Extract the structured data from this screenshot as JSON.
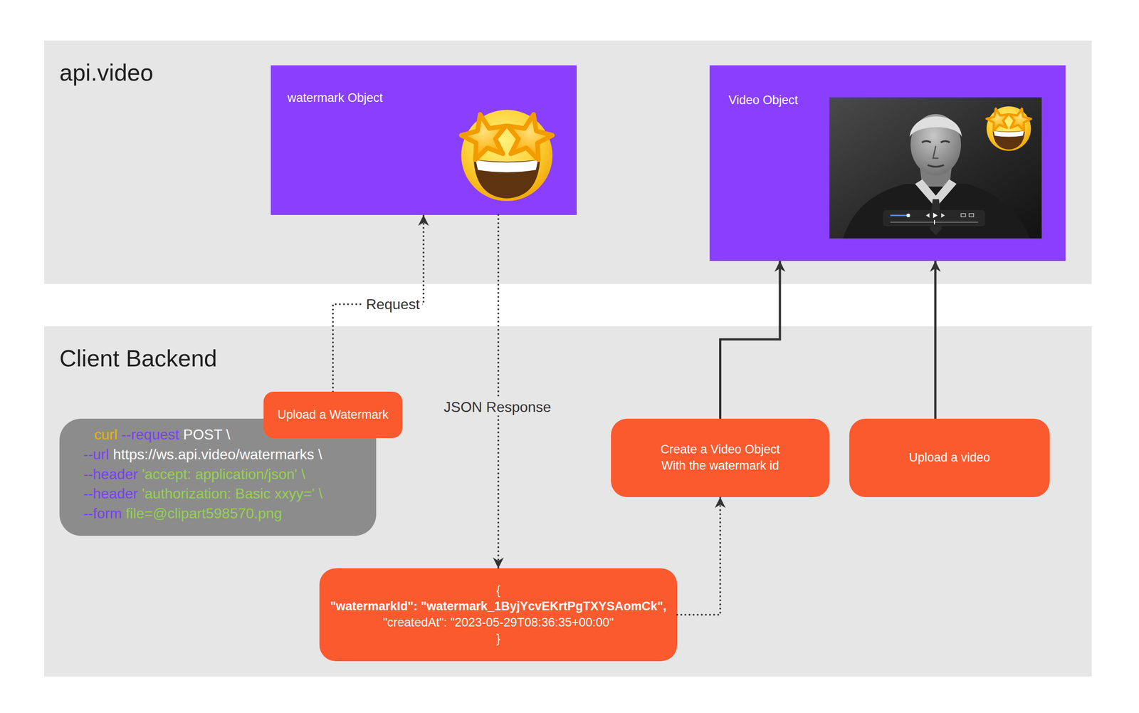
{
  "diagram": {
    "nodes": [
      {
        "text": [
          "api.video"
        ]
      },
      {
        "text": [
          "watermark Object"
        ],
        "in": 0
      },
      {
        "text": [
          "Video Object"
        ],
        "in": 0
      },
      {
        "text": [
          "Client Backend"
        ]
      },
      {
        "text": [
          "Upload a Watermark"
        ],
        "in": 3
      },
      {
        "text": [
          "curl",
          "--request",
          "POST \\",
          "--url",
          "https://ws.api.video/watermarks \\",
          "--header",
          "'accept: application/json' \\",
          "--header",
          "'authorization: Basic xxyy=' \\",
          "--form",
          "file=@clipart598570.png"
        ],
        "in": 3
      },
      {
        "text": [
          "{",
          "\"watermarkId\": \"watermark_1ByjYcvEKrtPgTXYSAomCk\",",
          "\"createdAt\": \"2023-05-29T08:36:35+00:00\"",
          "}"
        ],
        "in": 3
      },
      {
        "text": [
          "Create a Video Object With the watermark id"
        ],
        "in": 3
      },
      {
        "text": [
          "Upload a video"
        ],
        "in": 3
      }
    ],
    "edges": [
      {
        "from": 4,
        "to": 1,
        "label": "Request",
        "arrow": "to"
      },
      {
        "from": 1,
        "to": 6,
        "label": "JSON Response",
        "arrow": "to"
      },
      {
        "from": 6,
        "to": 7,
        "arrow": "to"
      },
      {
        "from": 7,
        "to": 2,
        "arrow": "to"
      },
      {
        "from": 8,
        "to": 2,
        "arrow": "to"
      }
    ]
  }
}
